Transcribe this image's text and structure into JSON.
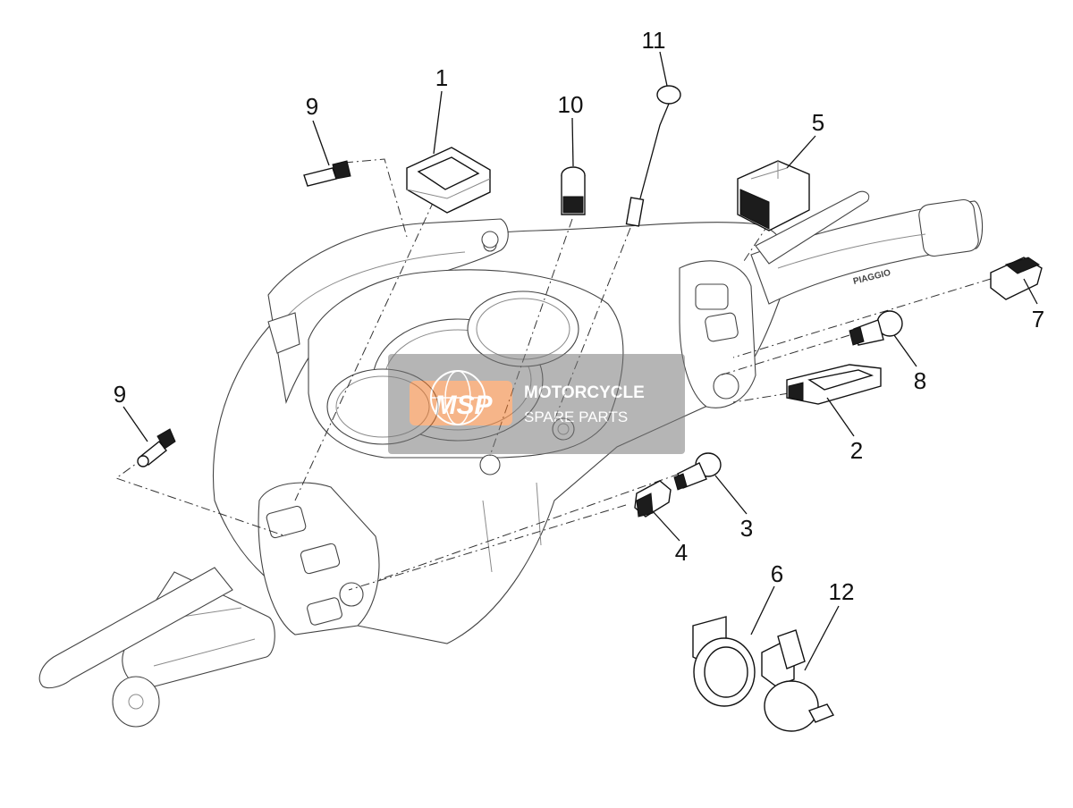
{
  "diagram": {
    "background": "#ffffff",
    "line_color": "#111111",
    "callouts": [
      {
        "id": "c1",
        "label": "1"
      },
      {
        "id": "c2",
        "label": "2"
      },
      {
        "id": "c3",
        "label": "3"
      },
      {
        "id": "c4",
        "label": "4"
      },
      {
        "id": "c5",
        "label": "5"
      },
      {
        "id": "c6",
        "label": "6"
      },
      {
        "id": "c7",
        "label": "7"
      },
      {
        "id": "c8",
        "label": "8"
      },
      {
        "id": "c9a",
        "label": "9"
      },
      {
        "id": "c9b",
        "label": "9"
      },
      {
        "id": "c10",
        "label": "10"
      },
      {
        "id": "c11",
        "label": "11"
      },
      {
        "id": "c12",
        "label": "12"
      }
    ],
    "grip_brand": "PIAGGIO"
  },
  "watermark": {
    "logo_text": "MSP",
    "line1": "MOTORCYCLE",
    "line2": "SPARE PARTS",
    "logo_color": "#f07a2a",
    "box_color": "#7a7a7a"
  }
}
